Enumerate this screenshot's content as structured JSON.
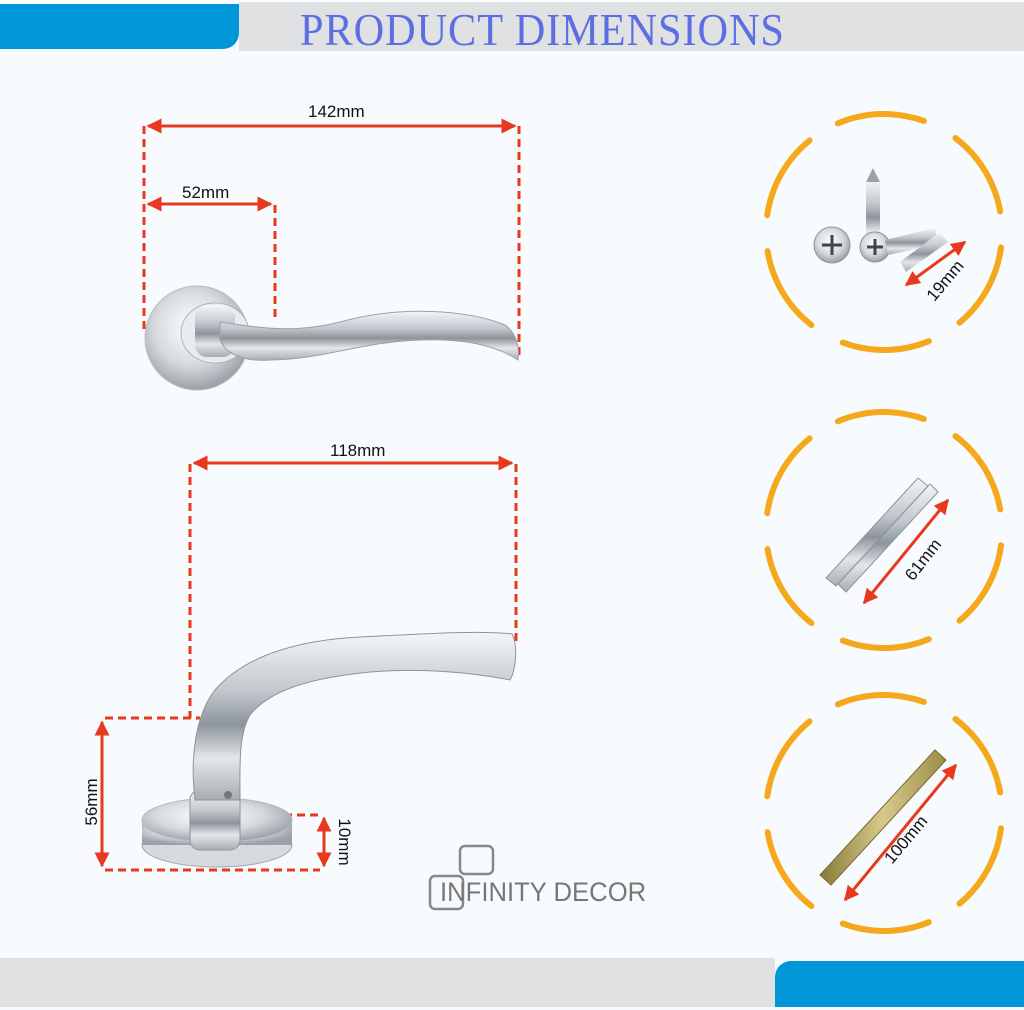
{
  "header": {
    "title": "PRODUCT  DIMENSIONS",
    "accent_color": "#0097d9",
    "title_color": "#5b6fe3",
    "bar_color": "#e0e1e3"
  },
  "handle_top_view": {
    "overall_length": "142mm",
    "rose_to_lever": "52mm"
  },
  "handle_side_view": {
    "lever_length": "118mm",
    "height": "56mm",
    "rose_thickness": "10mm"
  },
  "brand": {
    "name": "INFINITY DECOR"
  },
  "accessories": [
    {
      "name": "screws",
      "dimension": "19mm"
    },
    {
      "name": "fixing-bolts",
      "dimension": "61mm"
    },
    {
      "name": "spindle",
      "dimension": "100mm"
    }
  ],
  "colors": {
    "dimension_line": "#e8391f",
    "ring": "#f5a81c",
    "chrome": "#c9cdd2"
  },
  "footer": {
    "accent_color": "#0097d9",
    "bar_color": "#e0e1e3"
  }
}
